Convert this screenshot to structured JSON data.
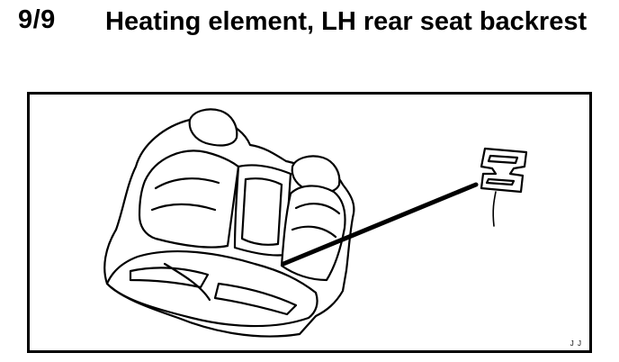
{
  "header": {
    "step": "9/9",
    "title": "Heating element, LH rear seat backrest"
  },
  "figure": {
    "code": "J J",
    "parts": [
      "rear-seat-assembly",
      "heating-element-pad",
      "leader-line"
    ]
  }
}
